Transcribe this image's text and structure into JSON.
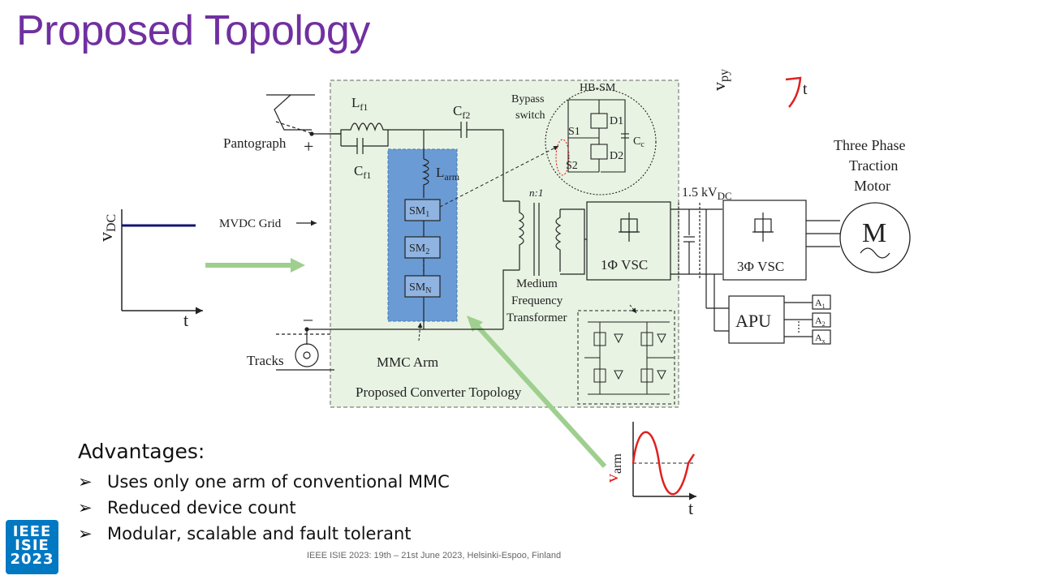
{
  "slide": {
    "title": "Proposed Topology",
    "footer": "IEEE ISIE 2023: 19th – 21st June 2023, Helsinki-Espoo, Finland",
    "logo_lines": [
      "IEEE",
      "ISIE",
      "2023"
    ]
  },
  "advantages": {
    "heading": "Advantages:",
    "bullet_glyph": "➢",
    "items": [
      "Uses only one arm of conventional MMC",
      "Reduced device count",
      "Modular, scalable and fault tolerant"
    ]
  },
  "diagram": {
    "vdc_label": "v",
    "vdc_sub": "DC",
    "t_label": "t",
    "pantograph": "Pantograph",
    "plus": "+",
    "minus": "–",
    "mvdc_grid": "MVDC Grid",
    "tracks": "Tracks",
    "lf1": "L",
    "lf1_sub": "f1",
    "cf1": "C",
    "cf1_sub": "f1",
    "cf2": "C",
    "cf2_sub": "f2",
    "larm": "L",
    "larm_sub": "arm",
    "sm1": "SM",
    "sm1_sub": "1",
    "sm2": "SM",
    "sm2_sub": "2",
    "smn": "SM",
    "smn_sub": "N",
    "mmc_arm": "MMC Arm",
    "proposed_converter": "Proposed Converter Topology",
    "hb_sm": "HB-SM",
    "bypass": "Bypass",
    "switch": "switch",
    "s1": "S1",
    "s2": "S2",
    "d1": "D1",
    "d2": "D2",
    "cc": "C",
    "cc_sub": "c",
    "ratio": "n:1",
    "mft_lines": [
      "Medium",
      "Frequency",
      "Transformer"
    ],
    "vsc1": "1Φ VSC",
    "vsc3": "3Φ VSC",
    "dc_bus": "1.5 kV",
    "dc_bus_sub": "DC",
    "motor_lines": [
      "Three Phase",
      "Traction",
      "Motor"
    ],
    "motor_symbol": "M",
    "apu": "APU",
    "a1": "A",
    "a1_sub": "1",
    "a2": "A",
    "a2_sub": "2",
    "ax": "A",
    "ax_sub": "x",
    "vpy_label": "v",
    "vpy_sub": "py",
    "varm_label": "v",
    "varm_sub": "arm"
  },
  "colors": {
    "title": "#7030a0",
    "box_fill": "#e8f3e3",
    "arm_fill": "#6a9bd4",
    "arrow_green": "#9fcf8e",
    "wave_red": "#e02020",
    "vdc_line": "#14146e",
    "logo": "#0078c2"
  }
}
